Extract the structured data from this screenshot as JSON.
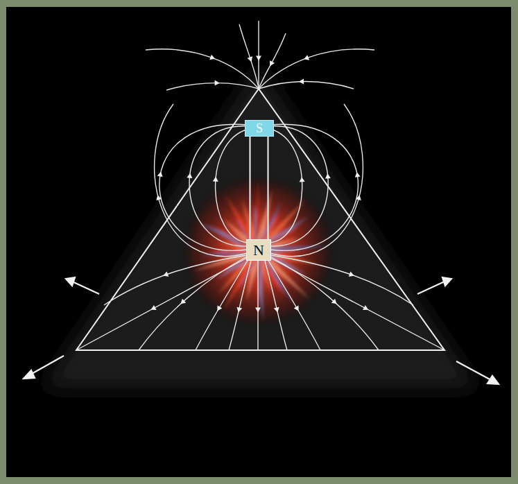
{
  "diagram": {
    "nodes": [
      {
        "text": [
          "S"
        ]
      },
      {
        "text": [
          "N"
        ]
      }
    ],
    "edges": [
      {
        "from": 0,
        "to": 1,
        "arrow": "none"
      }
    ]
  }
}
